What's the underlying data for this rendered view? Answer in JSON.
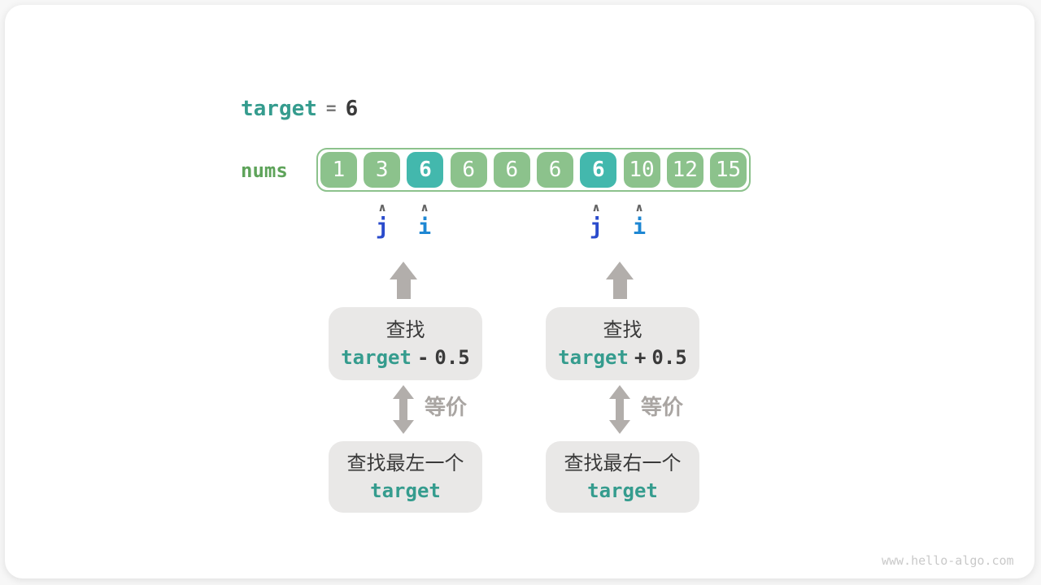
{
  "watermark": "www.hello-algo.com",
  "icons": {
    "caret_up": "∧"
  },
  "header": {
    "keyword": "target",
    "equals": "=",
    "value": "6"
  },
  "array": {
    "label": "nums",
    "cells": [
      {
        "value": "1",
        "highlight": false
      },
      {
        "value": "3",
        "highlight": false
      },
      {
        "value": "6",
        "highlight": true
      },
      {
        "value": "6",
        "highlight": false
      },
      {
        "value": "6",
        "highlight": false
      },
      {
        "value": "6",
        "highlight": false
      },
      {
        "value": "6",
        "highlight": true
      },
      {
        "value": "10",
        "highlight": false
      },
      {
        "value": "12",
        "highlight": false
      },
      {
        "value": "15",
        "highlight": false
      }
    ]
  },
  "pointers": [
    {
      "label": "j",
      "color": "#2a4bcc"
    },
    {
      "label": "i",
      "color": "#1e87d3"
    },
    {
      "label": "j",
      "color": "#2a4bcc"
    },
    {
      "label": "i",
      "color": "#1e87d3"
    }
  ],
  "flows": {
    "left": {
      "search_title": "查找",
      "expr_keyword": "target",
      "expr_op": "-",
      "expr_value": "0.5",
      "equiv": "等价",
      "result_title": "查找最左一个",
      "result_keyword": "target"
    },
    "right": {
      "search_title": "查找",
      "expr_keyword": "target",
      "expr_op": "+",
      "expr_value": "0.5",
      "equiv": "等价",
      "result_title": "查找最右一个",
      "result_keyword": "target"
    }
  },
  "colors": {
    "cell_green": "#8cc28c",
    "cell_highlight_teal": "#43b8ad",
    "keyword_teal": "#359c8e",
    "label_green": "#5ea35a",
    "arrow_gray": "#b2aeab",
    "box_gray": "#e9e8e7",
    "text_dark": "#3a3a3a",
    "watermark_gray": "#c9c9c9"
  }
}
